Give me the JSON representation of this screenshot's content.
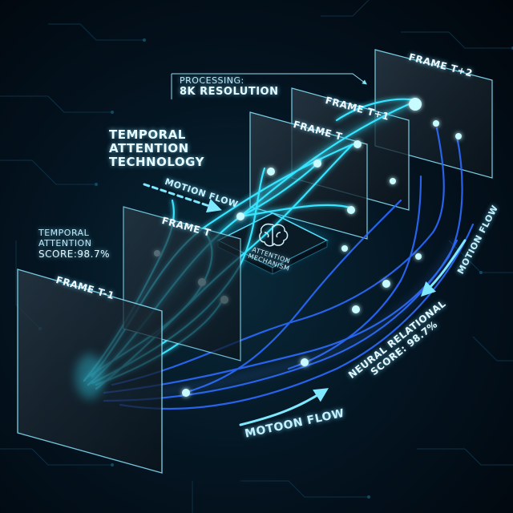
{
  "header": {
    "title_lines": [
      "TEMPORAL",
      "ATTENTION",
      "TECHNOLOGY"
    ]
  },
  "processing": {
    "line1": "PROCESSING:",
    "line2": "8K RESOLUTION"
  },
  "score_left": {
    "line1": "TEMPORAL",
    "line2": "ATTENTION",
    "line3": "SCORE:98.7%"
  },
  "frames": {
    "t_minus_1": "FRAME T-1",
    "t_front": "FRAME T",
    "t_back": "FRAME T",
    "t_plus_1": "FRAME T+1",
    "t_plus_2": "FRAME T+2"
  },
  "chip": {
    "line1": "ATTENTION",
    "line2": "MECHANISM",
    "icon": "brain-icon"
  },
  "flows": {
    "top_left": "MOTION FLOW",
    "right": "MOTION FLOW",
    "bottom": "MOTOON FLOW"
  },
  "neural": {
    "line1": "NEURAL RELATIONAL",
    "line2": "SCORE: 98.7%"
  },
  "colors": {
    "cyan": "#35e4ff",
    "blue": "#2b6bff",
    "glow": "#9ff4ff"
  }
}
